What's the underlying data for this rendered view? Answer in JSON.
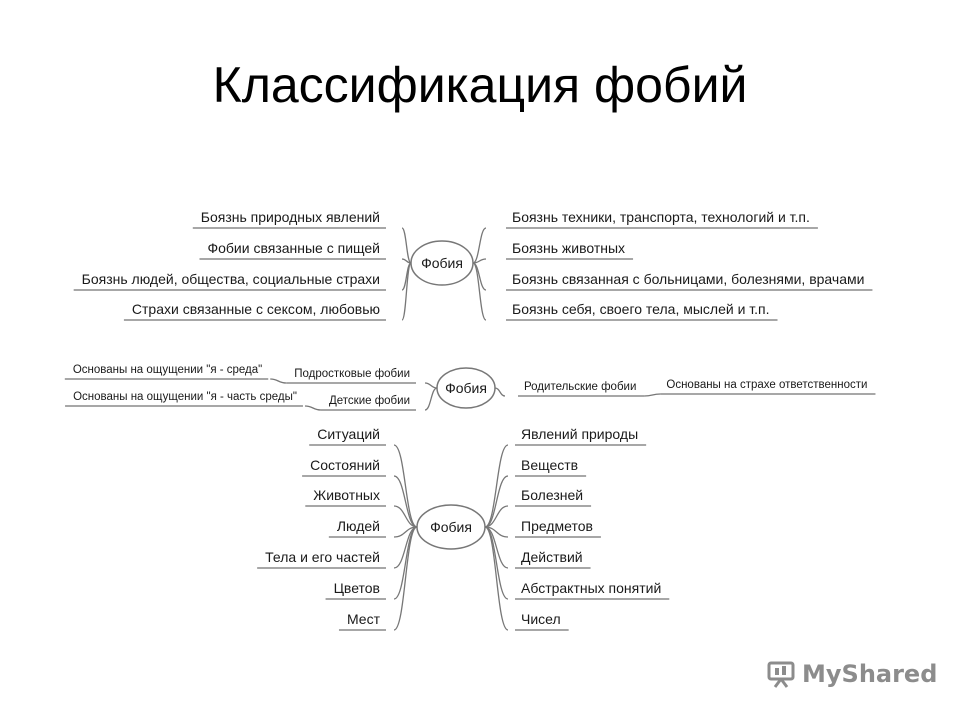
{
  "title": "Классификация фобий",
  "diagram1": {
    "hub": "Фобия",
    "left": [
      "Боязнь природных явлений",
      "Фобии связанные с пищей",
      "Боязнь людей, общества, социальные страхи",
      "Страхи связанные с сексом, любовью"
    ],
    "right": [
      "Боязнь техники, транспорта, технологий и т.п.",
      "Боязнь животных",
      "Боязнь связанная с больницами, болезнями, врачами",
      "Боязнь себя, своего тела, мыслей и т.п."
    ]
  },
  "diagram2": {
    "hub": "Фобия",
    "left": [
      {
        "label": "Подростковые фобии",
        "detail": "Основаны на ощущении \"я - среда\""
      },
      {
        "label": "Детские фобии",
        "detail": "Основаны на ощущении \"я - часть среды\""
      }
    ],
    "right": [
      {
        "label": "Родительские фобии",
        "detail": "Основаны на страхе ответственности"
      }
    ]
  },
  "diagram3": {
    "hub": "Фобия",
    "left": [
      "Ситуаций",
      "Состояний",
      "Животных",
      "Людей",
      "Тела и его частей",
      "Цветов",
      "Мест"
    ],
    "right": [
      "Явлений природы",
      "Веществ",
      "Болезней",
      "Предметов",
      "Действий",
      "Абстрактных понятий",
      "Чисел"
    ]
  },
  "watermark": "MyShared",
  "colors": {
    "line": "#777777",
    "text": "#1a1a1a",
    "watermark": "#8c8c8c"
  }
}
